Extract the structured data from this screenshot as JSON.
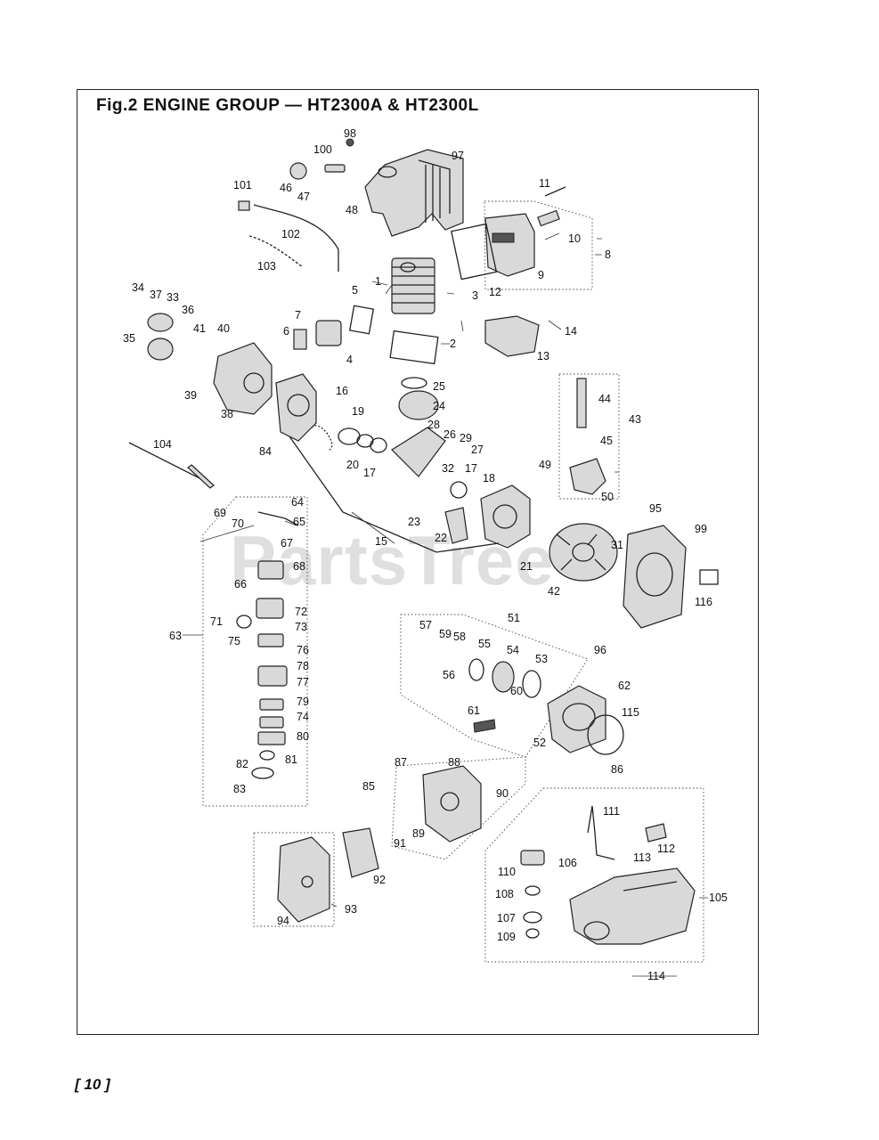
{
  "title": "Fig.2  ENGINE GROUP — HT2300A & HT2300L",
  "page_number": "[ 10 ]",
  "watermark": "PartsTree",
  "watermark_tm": "™",
  "labels": [
    "1",
    "2",
    "3",
    "4",
    "5",
    "6",
    "7",
    "8",
    "9",
    "10",
    "11",
    "12",
    "13",
    "14",
    "15",
    "16",
    "17",
    "17",
    "18",
    "19",
    "20",
    "21",
    "22",
    "23",
    "24",
    "25",
    "26",
    "27",
    "28",
    "29",
    "31",
    "32",
    "33",
    "34",
    "35",
    "36",
    "37",
    "38",
    "39",
    "40",
    "41",
    "42",
    "43",
    "44",
    "45",
    "46",
    "47",
    "48",
    "49",
    "50",
    "51",
    "52",
    "53",
    "54",
    "55",
    "56",
    "57",
    "58",
    "59",
    "60",
    "61",
    "62",
    "63",
    "64",
    "65",
    "66",
    "67",
    "68",
    "69",
    "70",
    "71",
    "72",
    "73",
    "74",
    "75",
    "76",
    "77",
    "78",
    "79",
    "80",
    "81",
    "82",
    "83",
    "84",
    "85",
    "86",
    "87",
    "88",
    "89",
    "90",
    "91",
    "92",
    "93",
    "94",
    "95",
    "96",
    "97",
    "98",
    "99",
    "100",
    "101",
    "102",
    "103",
    "104",
    "105",
    "106",
    "107",
    "108",
    "109",
    "110",
    "111",
    "112",
    "113",
    "114",
    "115",
    "116"
  ]
}
